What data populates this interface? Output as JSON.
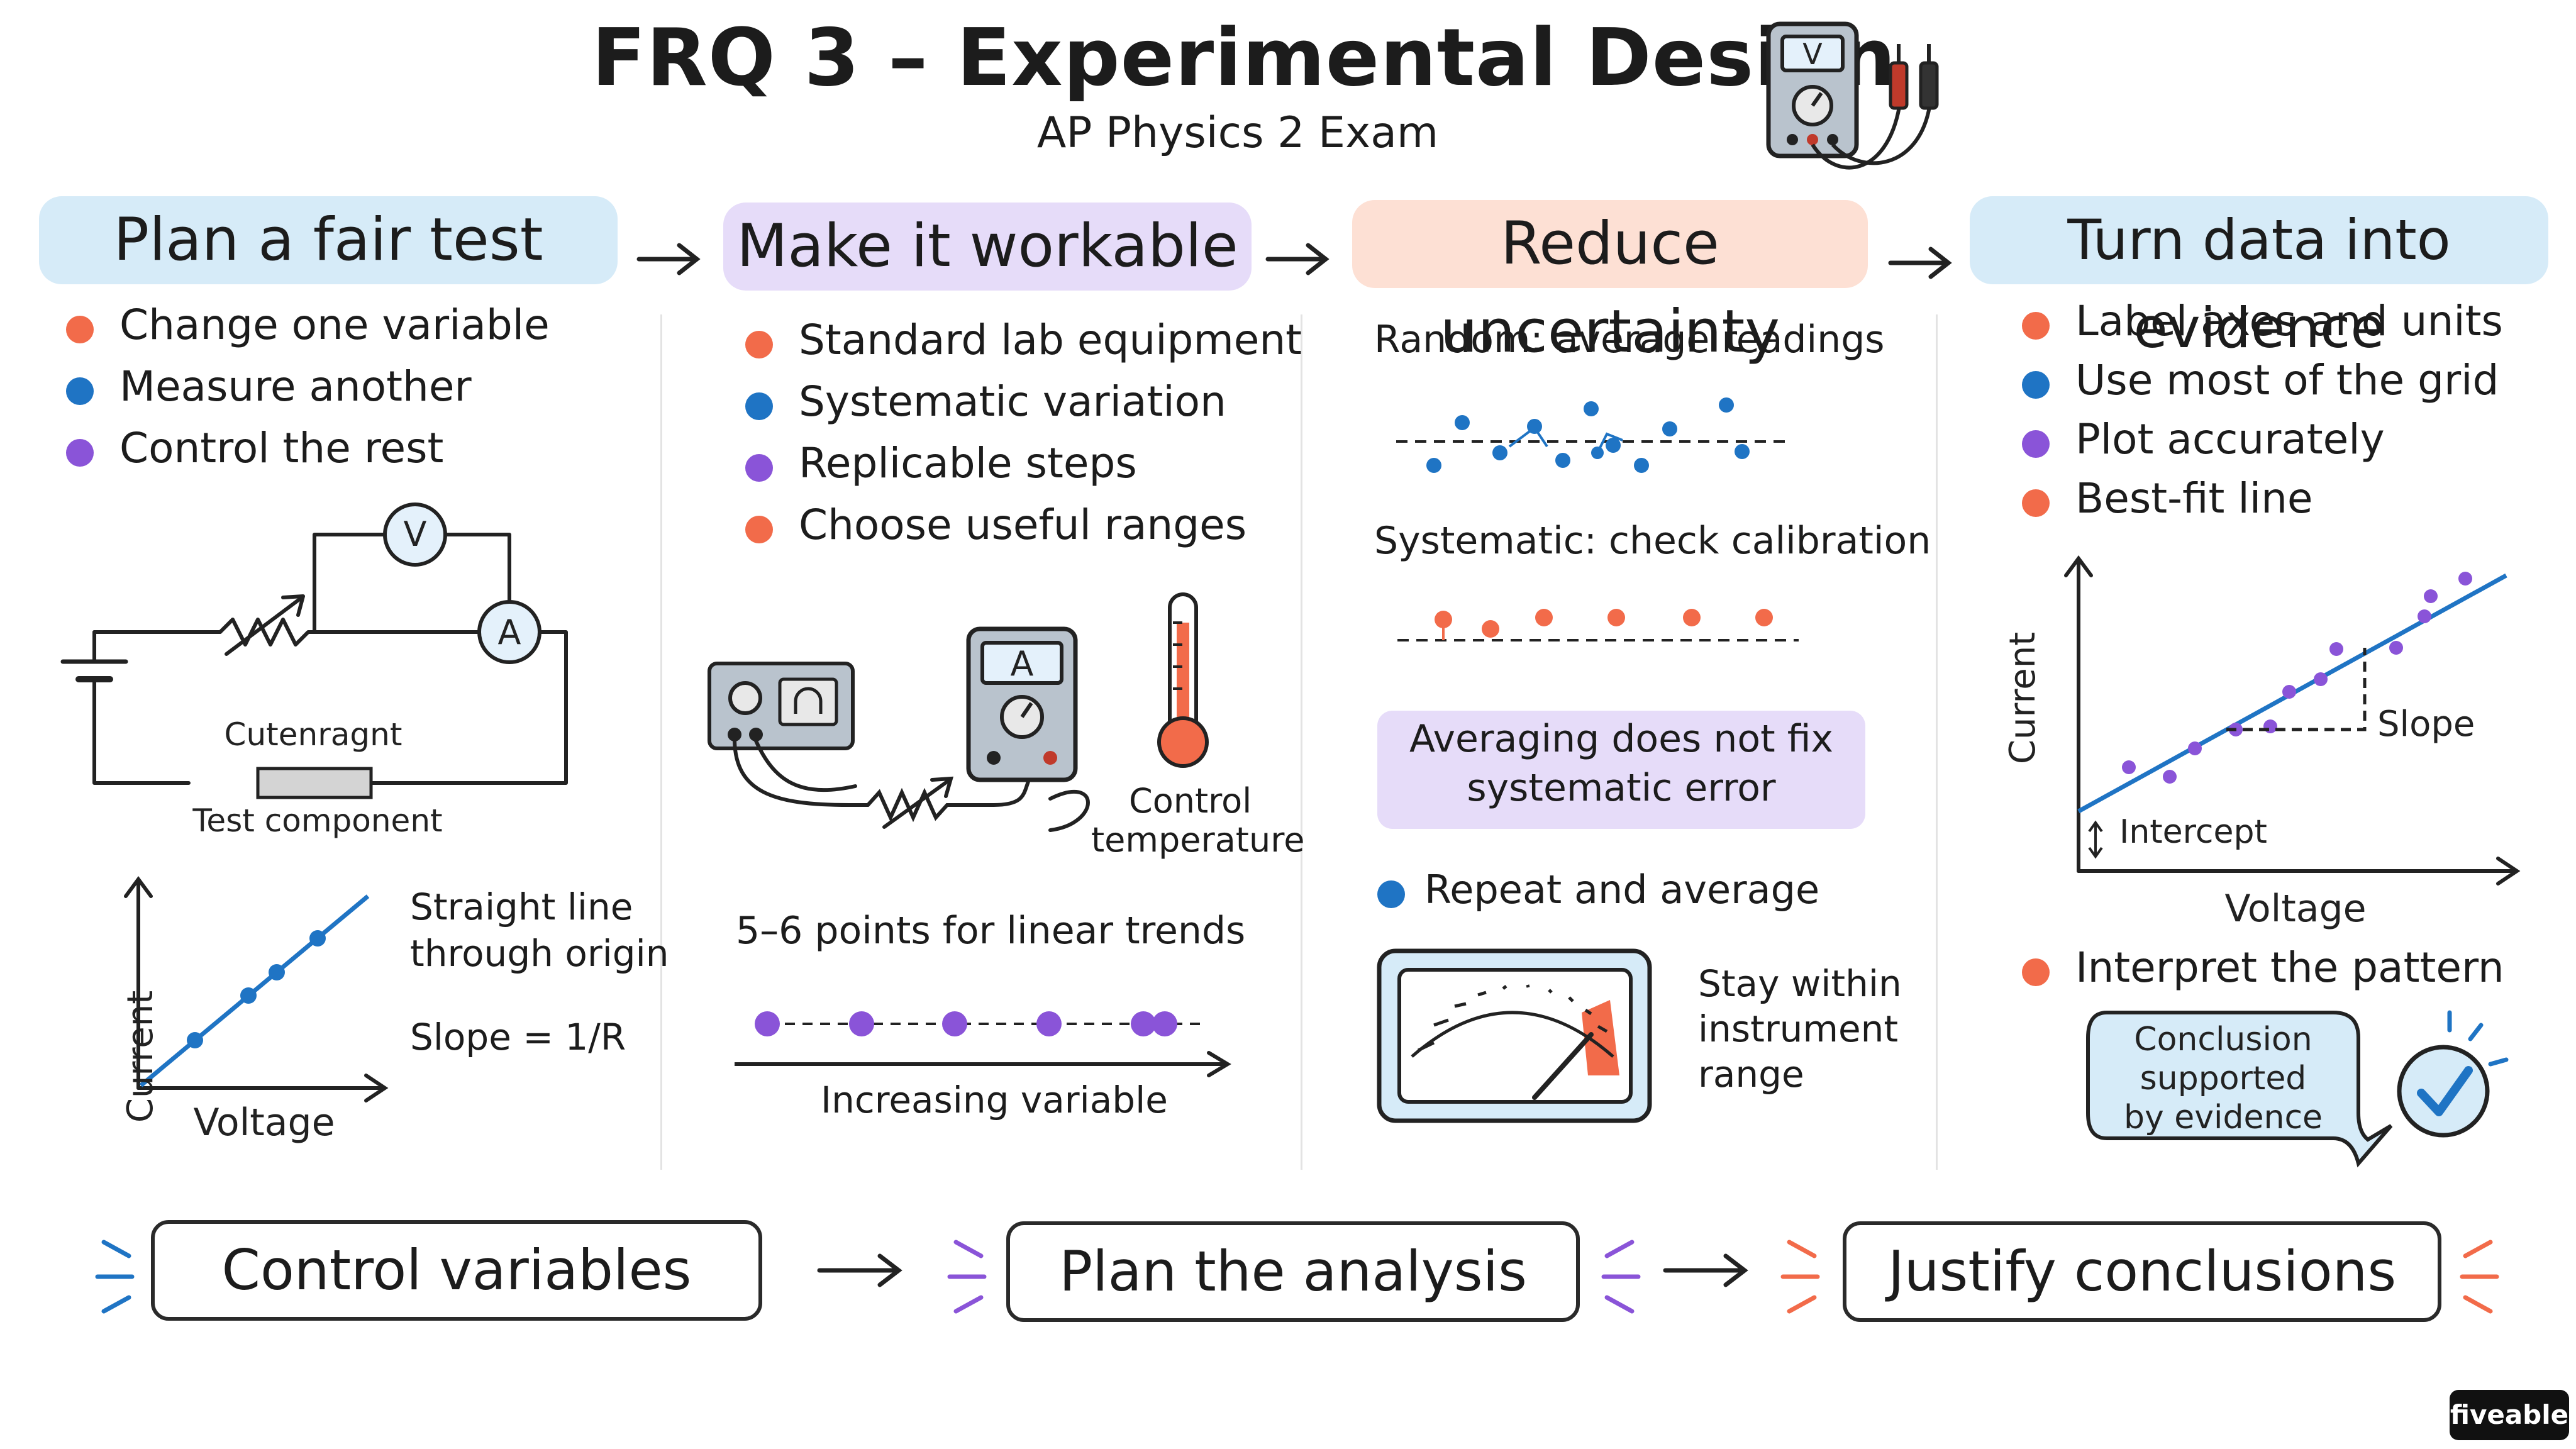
{
  "header": {
    "title": "FRQ 3 – Experimental Design",
    "subtitle": "AP Physics 2 Exam"
  },
  "colors": {
    "orange": "#f26b4a",
    "blue": "#1f74c4",
    "purple": "#8a54d8",
    "panel_blue": "#d6ebf8",
    "panel_purple": "#e6dcf9",
    "panel_orange": "#fde0d4"
  },
  "columns": [
    {
      "heading": "Plan a fair test",
      "bullets": [
        "Change one variable",
        "Measure another",
        "Control the rest"
      ],
      "circuit": {
        "meter_v": "V",
        "meter_a": "A",
        "current_label": "Cutenragnt",
        "component_label": "Test component"
      },
      "graph": {
        "ylabel": "Current",
        "xlabel": "Voltage",
        "note1": [
          "Straight line",
          "through origin"
        ],
        "note2": "Slope = 1/R"
      }
    },
    {
      "heading": "Make it workable",
      "bullets": [
        "Standard lab equipment",
        "Systematic variation",
        "Replicable steps",
        "Choose useful ranges"
      ],
      "meter_label": "A",
      "control_label": [
        "Control",
        "temperature"
      ],
      "points_label": "5–6 points for linear trends",
      "axis_label": "Increasing variable"
    },
    {
      "heading": "Reduce uncertainty",
      "random_label": "Random: average readings",
      "systematic_label": "Systematic: check calibration",
      "callout": [
        "Averaging does not fix",
        "systematic error"
      ],
      "repeat_label": "Repeat and average",
      "range_label": [
        "Stay within",
        "instrument",
        "range"
      ]
    },
    {
      "heading": "Turn data into evidence",
      "bullets": [
        "Label axes and units",
        "Use most of the grid",
        "Plot accurately",
        "Best-fit line"
      ],
      "graph": {
        "ylabel": "Current",
        "xlabel": "Voltage",
        "slope_label": "Slope",
        "intercept_label": "Intercept"
      },
      "interpret": "Interpret the pattern",
      "speech": [
        "Conclusion",
        "supported",
        "by evidence"
      ]
    }
  ],
  "footer": {
    "steps": [
      "Control variables",
      "Plan the analysis",
      "Justify conclusions"
    ]
  },
  "brand": "fiveable"
}
